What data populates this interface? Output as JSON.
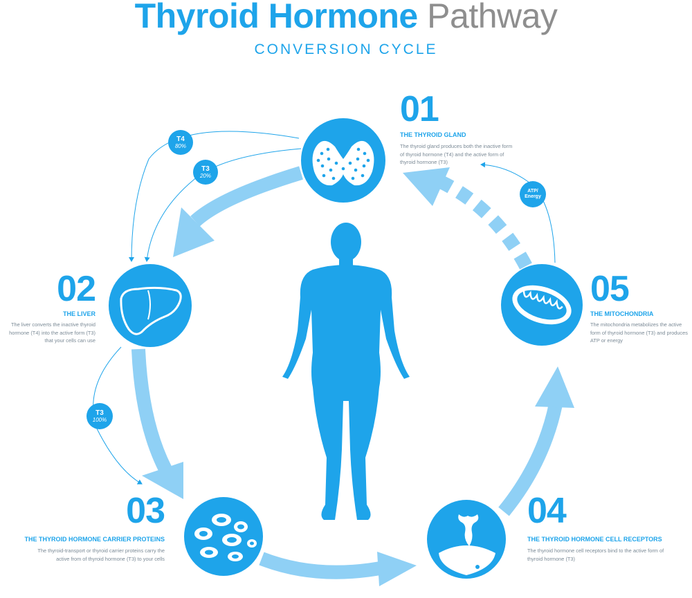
{
  "colors": {
    "primary": "#1ea4ea",
    "light_arrow": "#8fd0f5",
    "grey_title": "#8e8e8e",
    "body_text": "#7b8a96",
    "white": "#ffffff"
  },
  "header": {
    "title_bold": "Thyroid Hormone",
    "title_light": "Pathway",
    "subtitle": "CONVERSION CYCLE"
  },
  "steps": [
    {
      "number": "01",
      "heading": "THE THYROID GLAND",
      "description": "The thyroid gland produces both the inactive form of thyroid hormone (T4) and the active form of thyroid hormone (T3)",
      "icon": "thyroid-gland-icon"
    },
    {
      "number": "02",
      "heading": "THE LIVER",
      "description": "The liver converts the inactive thyroid hormone (T4) into the active form (T3) that your cells can use",
      "icon": "liver-icon"
    },
    {
      "number": "03",
      "heading": "THE THYROID HORMONE CARRIER PROTEINS",
      "description": "The thyroid-transport or thyroid carrier proteins carry the active from of thyroid hormone (T3) to your cells",
      "icon": "carrier-proteins-icon"
    },
    {
      "number": "04",
      "heading": "THE THYROID HORMONE CELL RECEPTORS",
      "description": "The thyroid hormone cell receptors bind to the active form of thyroid hormone (T3)",
      "icon": "cell-receptor-icon"
    },
    {
      "number": "05",
      "heading": "THE MITOCHONDRIA",
      "description": "The mitochondria metabolizes the active form of thyroid hormone (T3) and produces ATP or energy",
      "icon": "mitochondria-icon"
    }
  ],
  "badges": {
    "t4": {
      "label": "T4",
      "value": "80%"
    },
    "t3_a": {
      "label": "T3",
      "value": "20%"
    },
    "t3_b": {
      "label": "T3",
      "value": "100%"
    },
    "atp": {
      "line1": "ATP/",
      "line2": "Energy"
    }
  },
  "center_figure": "human-body-icon"
}
